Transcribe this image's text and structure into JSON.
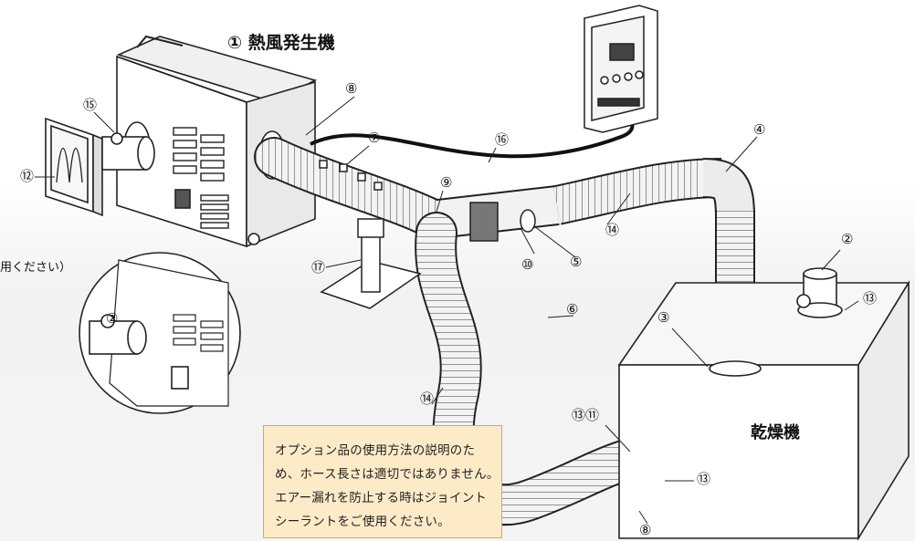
{
  "title": "① 熱風発生機",
  "dryer_label": "乾燥機",
  "cut_text": "用ください）",
  "callouts": {
    "c1": "②",
    "c2": "③",
    "c3": "④",
    "c4": "⑤",
    "c5": "⑥",
    "c6": "⑦",
    "c7": "⑧",
    "c8": "⑨",
    "c9": "⑩",
    "c10": "⑫",
    "c11": "⑬",
    "c12": "⑬",
    "c13": "⑭",
    "c14": "⑭",
    "c15": "⑮",
    "c16": "⑯",
    "c17": "⑰",
    "c18": "⑬⑪",
    "c19": "⑧",
    "c20": "②"
  },
  "note": {
    "lines": [
      "オプション品の使用方法の説明のた",
      "め、ホース長さは適切ではありません。",
      "エアー漏れを防止する時はジョイント",
      "シーラントをご使用ください。"
    ]
  }
}
